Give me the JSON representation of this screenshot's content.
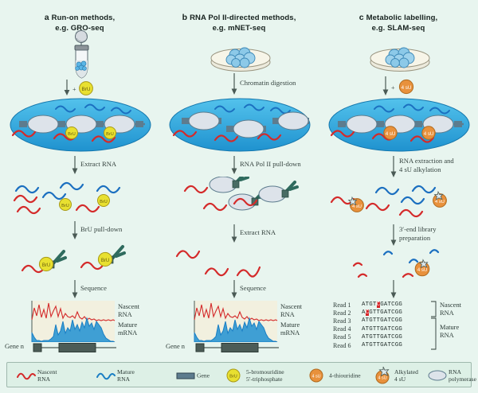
{
  "figure": {
    "background": "#e8f5ef",
    "colors": {
      "nascent_rna": "#d42a2a",
      "mature_rna": "#1b7fc4",
      "nucleus": "#2ea8e0",
      "gene": "#6e8ca0",
      "bru": "#e8e030",
      "4su": "#e8913c",
      "pol2": "#ccd6e4",
      "antibody": "#2f6b5e",
      "highlight": "#d62528"
    }
  },
  "columns": [
    {
      "id": "a",
      "label": "a",
      "title_line1": "Run-on methods,",
      "title_line2": "e.g. GRO-seq",
      "source_icon": "tube-icon",
      "reagent": "BrU",
      "reagent_plus": "+",
      "steps": [
        {
          "name": "extract-rna",
          "text": "Extract RNA"
        },
        {
          "name": "bru-pull-down",
          "text": "BrU pull-down"
        },
        {
          "name": "sequence",
          "text": "Sequence"
        }
      ],
      "track": {
        "nascent_label": "Nascent\nRNA",
        "mature_label": "Mature\nmRNA",
        "gene_label": "Gene n"
      }
    },
    {
      "id": "b",
      "label": "b",
      "title_line1": "RNA Pol II-directed methods,",
      "title_line2": "e.g. mNET-seq",
      "source_icon": "petri-dish-icon",
      "reagent": null,
      "reagent_plus": null,
      "steps": [
        {
          "name": "chromatin-digestion",
          "text": "Chromatin digestion"
        },
        {
          "name": "rna-pol-ii-pull-down",
          "text": "RNA Pol II pull-down"
        },
        {
          "name": "extract-rna",
          "text": "Extract RNA"
        },
        {
          "name": "sequence",
          "text": "Sequence"
        }
      ],
      "track": {
        "nascent_label": "Nascent\nRNA",
        "mature_label": "Mature\nmRNA",
        "gene_label": "Gene n"
      }
    },
    {
      "id": "c",
      "label": "c",
      "title_line1": "Metabolic labelling,",
      "title_line2": "e.g. SLAM-seq",
      "source_icon": "petri-dish-icon",
      "reagent": "4 sU",
      "reagent_plus": "+",
      "steps": [
        {
          "name": "rna-extraction-alkylation",
          "text": "RNA extraction and\n4 sU alkylation"
        },
        {
          "name": "library-preparation",
          "text": "3′-end library\npreparation"
        },
        {
          "name": "sequence",
          "text": "Sequence"
        }
      ],
      "reads": {
        "nascent_label": "Nascent\nRNA",
        "mature_label": "Mature\nRNA",
        "rows": [
          {
            "name": "Read 1",
            "prefix": "ATGT",
            "highlight": "C",
            "suffix": "GATCGG",
            "group": "nascent"
          },
          {
            "name": "Read 2",
            "prefix": "A",
            "highlight": "C",
            "suffix": "GTTGATCGG",
            "group": "nascent"
          },
          {
            "name": "Read 3",
            "prefix": "ATGTTGATCGG",
            "highlight": "",
            "suffix": "",
            "group": "mature"
          },
          {
            "name": "Read 4",
            "prefix": "ATGTTGATCGG",
            "highlight": "",
            "suffix": "",
            "group": "mature"
          },
          {
            "name": "Read 5",
            "prefix": "ATGTTGATCGG",
            "highlight": "",
            "suffix": "",
            "group": "mature"
          },
          {
            "name": "Read 6",
            "prefix": "ATGTTGATCGG",
            "highlight": "",
            "suffix": "",
            "group": "mature"
          }
        ]
      }
    }
  ],
  "legend": [
    {
      "icon": "wavy-red-line-icon",
      "text": "Nascent\nRNA"
    },
    {
      "icon": "wavy-blue-line-icon",
      "text": "Mature\nRNA"
    },
    {
      "icon": "gene-bar-icon",
      "text": "Gene"
    },
    {
      "icon": "bru-circle-icon",
      "text": "5-bromouridine\n5′-triphosphate"
    },
    {
      "icon": "4su-circle-icon",
      "text": "4-thiouridine"
    },
    {
      "icon": "alkylated-4su-icon",
      "text": "Alkylated\n4 sU"
    },
    {
      "icon": "pol2-ellipse-icon",
      "text": "RNA\npolymerase II"
    }
  ],
  "chart_data": {
    "type": "area",
    "title": "Nascent vs mature RNA signal over Gene n",
    "xlabel": "",
    "ylabel": "",
    "series": [
      {
        "name": "Nascent RNA",
        "color": "#d42a2a",
        "values": [
          5,
          34,
          12,
          46,
          9,
          30,
          14,
          52,
          10,
          26,
          38,
          13,
          29,
          8,
          22,
          12,
          9,
          14,
          7,
          20,
          9,
          6,
          11,
          5,
          8,
          4,
          6,
          3,
          5,
          2,
          4,
          2,
          3,
          2,
          3,
          2
        ]
      },
      {
        "name": "Mature mRNA",
        "color": "#1b7fc4",
        "values": [
          30,
          12,
          4,
          3,
          2,
          3,
          2,
          4,
          3,
          6,
          10,
          30,
          14,
          22,
          40,
          18,
          26,
          20,
          42,
          22,
          30,
          18,
          36,
          24,
          46,
          28,
          34,
          22,
          40,
          30,
          24,
          14,
          8,
          5,
          3,
          2
        ]
      }
    ],
    "gene_model": {
      "label": "Gene n",
      "exons": [
        [
          0.02,
          0.1
        ],
        [
          0.33,
          0.72
        ]
      ]
    }
  }
}
